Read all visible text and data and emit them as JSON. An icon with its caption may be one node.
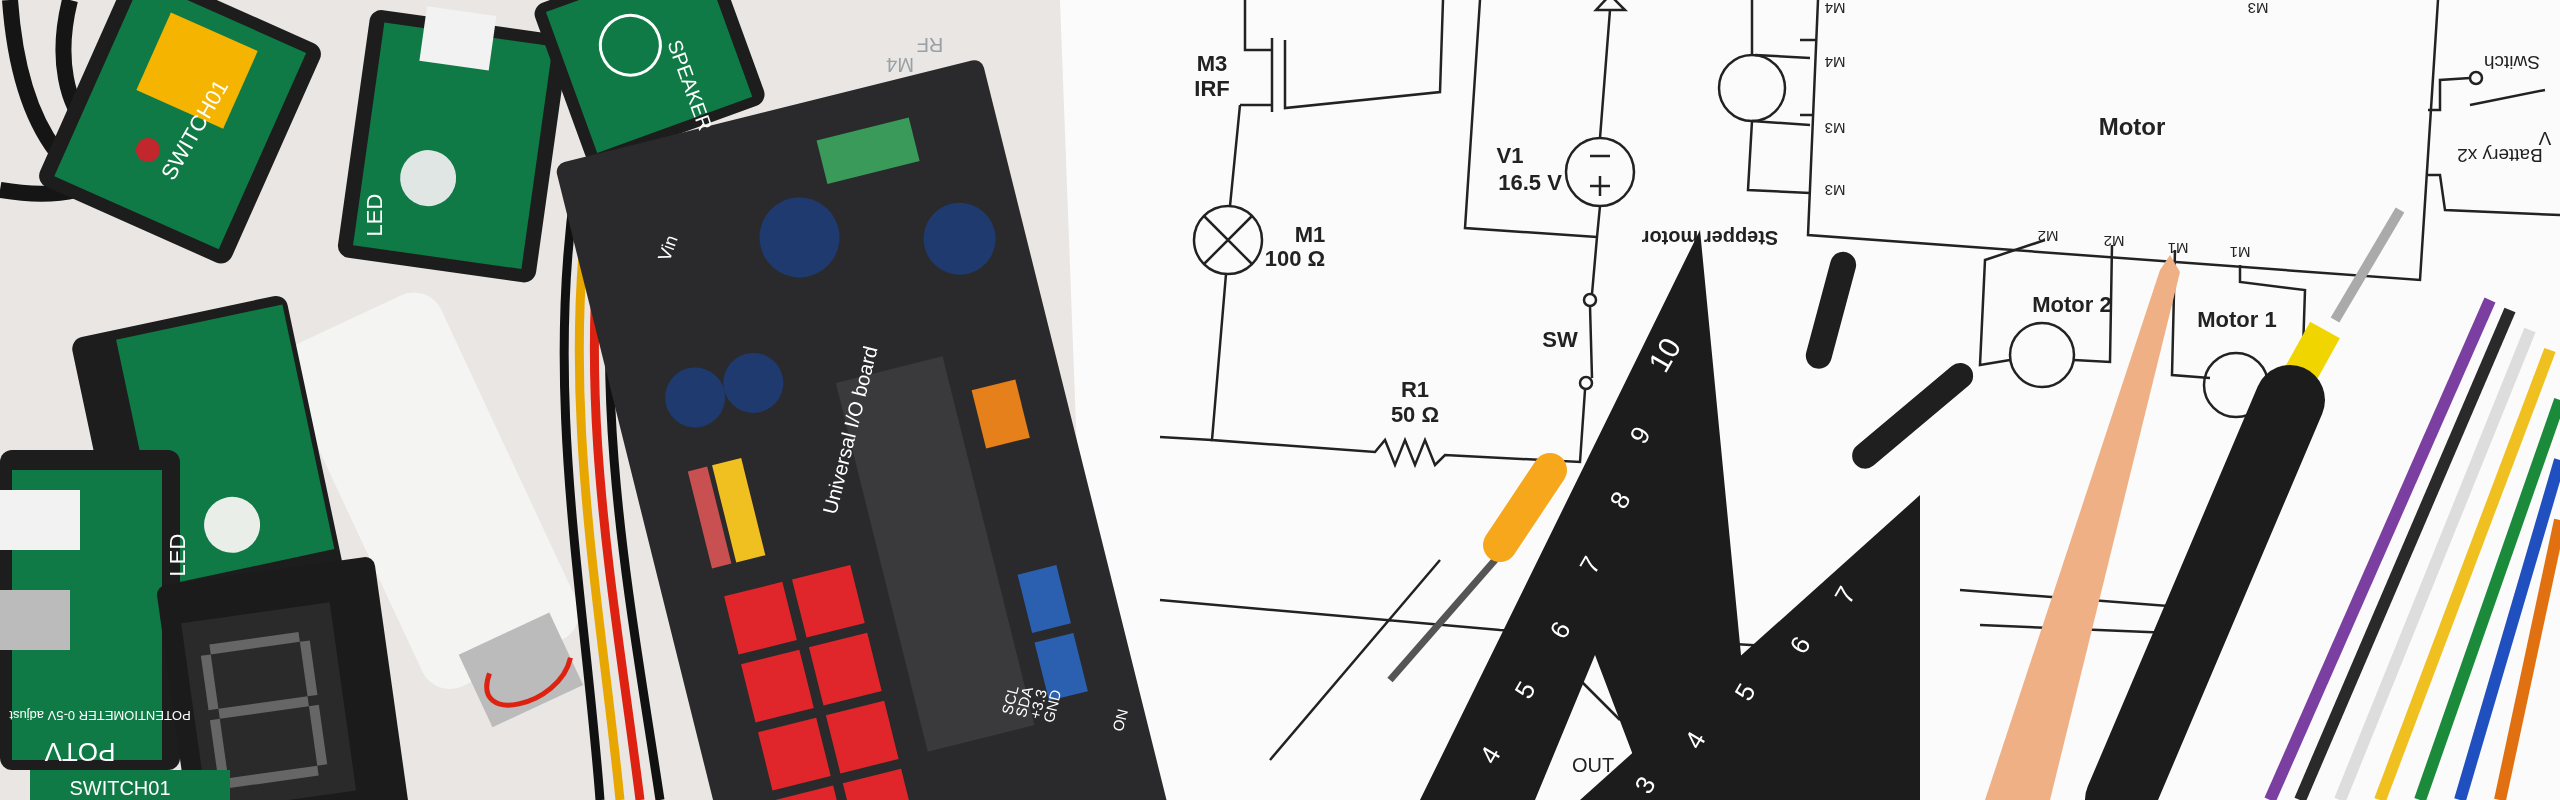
{
  "diagram": {
    "labels": [
      "SWITCH01",
      "LED",
      "SPEAKER",
      "RF",
      "M4",
      "Vin",
      "Universal I/O board",
      "LED",
      "POTENTIOMETER 0-5V adjust",
      "POTV",
      "SWITCH01",
      "SCL",
      "SDA",
      "+3.3",
      "GND",
      "ON",
      "M3",
      "IRF",
      "V1",
      "16.5 V",
      "M1",
      "100 Ω",
      "SW",
      "R1",
      "50 Ω",
      "Stepper motor",
      "M4",
      "M3",
      "M3",
      "M4",
      "M3",
      "Motor",
      "Switch",
      "V",
      "Battery x2",
      "M2",
      "M2",
      "M1",
      "M1",
      "Motor 2",
      "Motor 1",
      "10",
      "9",
      "8",
      "7",
      "6",
      "5",
      "4",
      "7",
      "6",
      "5",
      "4",
      "3",
      "OUT"
    ]
  }
}
